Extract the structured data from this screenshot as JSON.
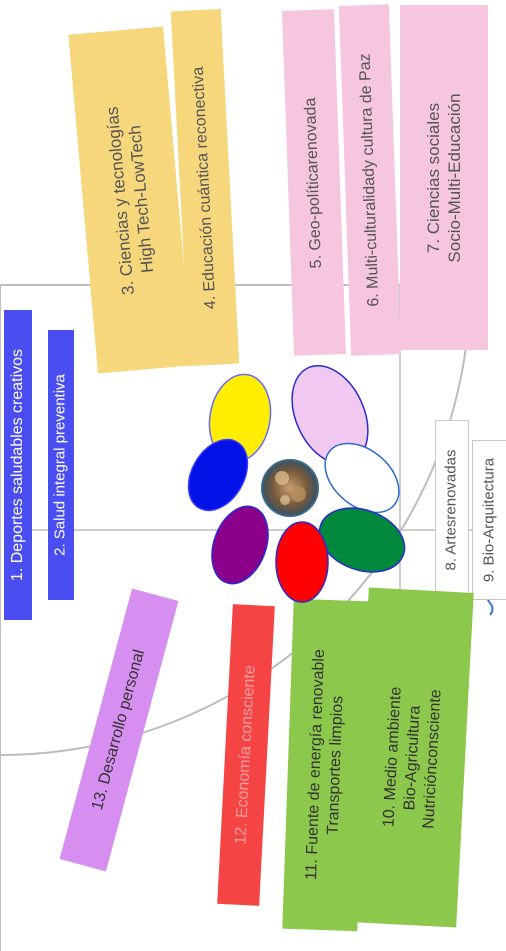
{
  "colors": {
    "yellow": "#f6d77c",
    "pink": "#f5c6dd",
    "blue": "#4a4df0",
    "purple": "#d68ff0",
    "red": "#f54444",
    "green": "#8cc84b",
    "gray_line": "#bdbdbd"
  },
  "labels": {
    "l1": "1. Deportes saludables creativos",
    "l2": "2. Salud integral preventiva",
    "l3": [
      "3. Ciencias y tecnologías",
      "High Tech-LowTech"
    ],
    "l4": "4. Educación cuántica reconectiva",
    "l5": "5. Geo-políticarenovada",
    "l6": "6. Multi-culturalidady cultura de Paz",
    "l7": [
      "7. Ciencias sociales",
      "Socio-Multi-Educación"
    ],
    "l8": "8. Artesrenovadas",
    "l9": "9. Bio-Arquitectura",
    "l10": [
      "10. Medio ambiente",
      "Bio-Agricultura",
      "Nutriciónconsciente"
    ],
    "l11": [
      "11. Fuente de energía renovable",
      "Transportes limpios"
    ],
    "l12": "12. Economía consciente",
    "l13": "13. Desarrollo personal"
  },
  "flower": {
    "petal_colors": [
      "#ffee00",
      "#f0c8f0",
      "#ffffff",
      "#00883c",
      "#ff0000",
      "#8a008a",
      "#0012e6"
    ],
    "center_icon": "globe-icon"
  }
}
